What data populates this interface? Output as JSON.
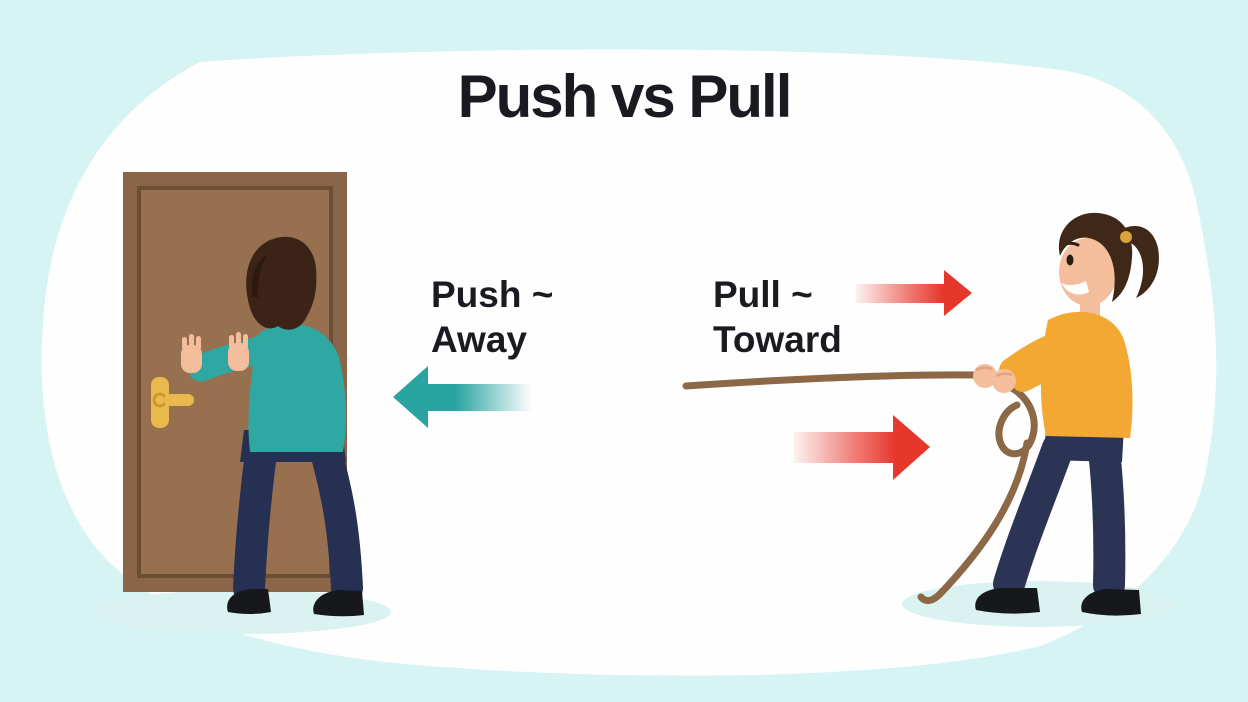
{
  "title": "Push vs Pull",
  "background": {
    "canvas_color": "#d7f4f4",
    "blob_color": "#ffffff",
    "shadow_color": "#daf2f0"
  },
  "labels": {
    "push": {
      "line1": "Push ~",
      "line2": "Away",
      "arrow_direction": "left",
      "arrow_color": "#29a4a1"
    },
    "pull": {
      "line1": "Pull ~",
      "line2": "Toward",
      "arrow_direction": "right",
      "arrow_color": "#e6372c"
    }
  },
  "illustration": {
    "left_scene": {
      "name": "man-pushing-door",
      "door_color": "#8a6547",
      "door_panel_color": "#97714f",
      "door_trim_color": "#6b4e33",
      "handle_color": "#eab94e",
      "shirt_color": "#2fa8a4",
      "pants_color": "#263052",
      "shoe_color": "#17181c",
      "hair_color": "#3b2317",
      "skin_color": "#f4bd9b"
    },
    "right_scene": {
      "name": "woman-pulling-rope",
      "shirt_color": "#f3a833",
      "pants_color": "#2b3455",
      "shoe_color": "#17181c",
      "hair_color": "#3f2817",
      "hair_tie_color": "#d9a23c",
      "skin_color": "#f4bd9b",
      "rope_color": "#8c6847"
    }
  },
  "text_color": "#1a1a21"
}
